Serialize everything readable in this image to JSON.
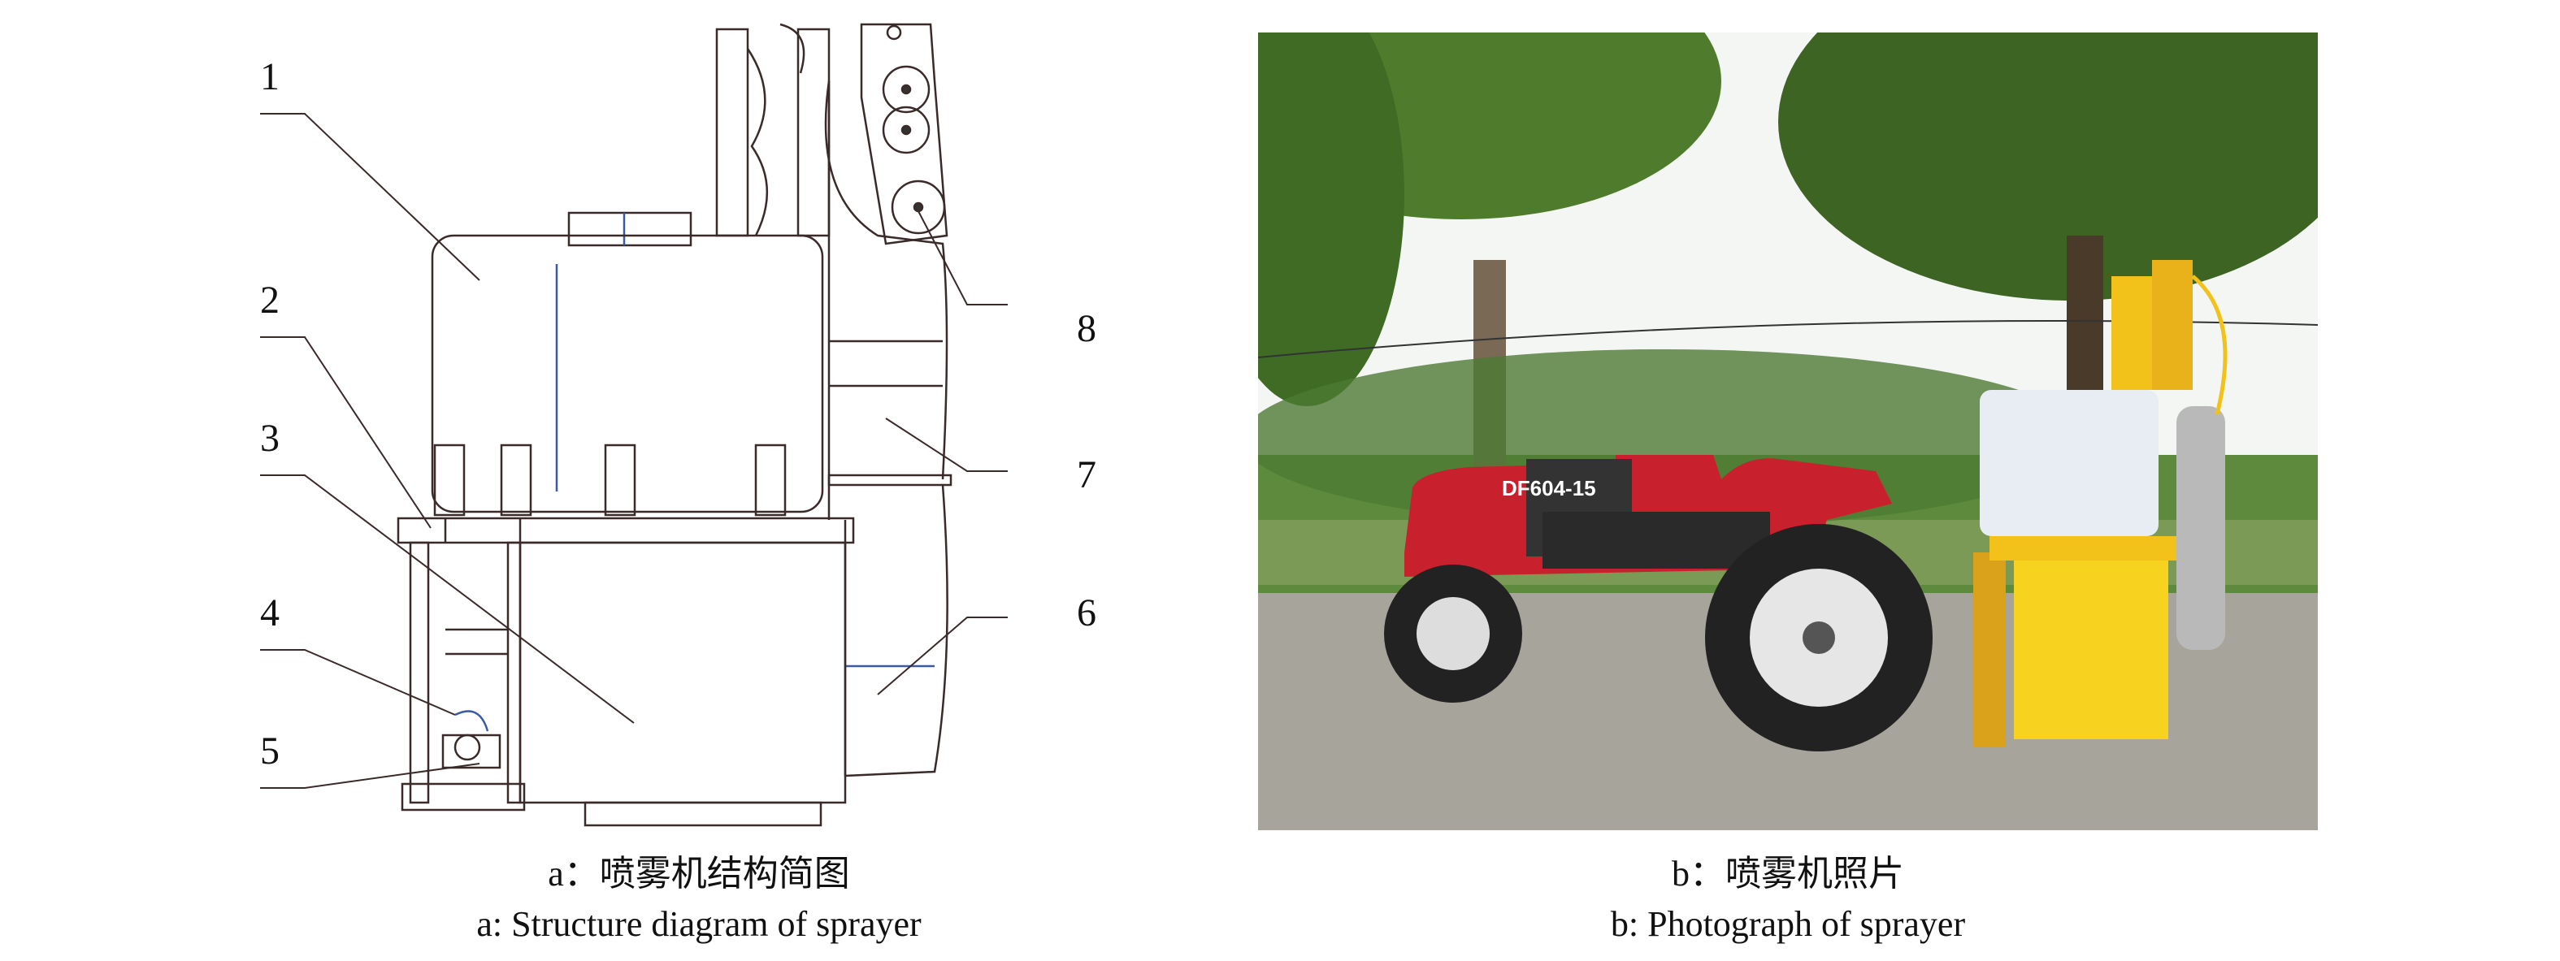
{
  "panel_a": {
    "caption_cn": "a：喷雾机结构简图",
    "caption_en": "a: Structure diagram of sprayer",
    "labels": [
      "1",
      "2",
      "3",
      "4",
      "5",
      "6",
      "7",
      "8"
    ]
  },
  "panel_b": {
    "caption_cn": "b：喷雾机照片",
    "caption_en": "b: Photograph of sprayer",
    "tractor_model_text": "DF604-15"
  },
  "colors": {
    "tractor": "#c8202c",
    "sprayer_frame": "#f2c21b",
    "line": "#3a2a2a",
    "accent_line": "#3a5aa8"
  }
}
